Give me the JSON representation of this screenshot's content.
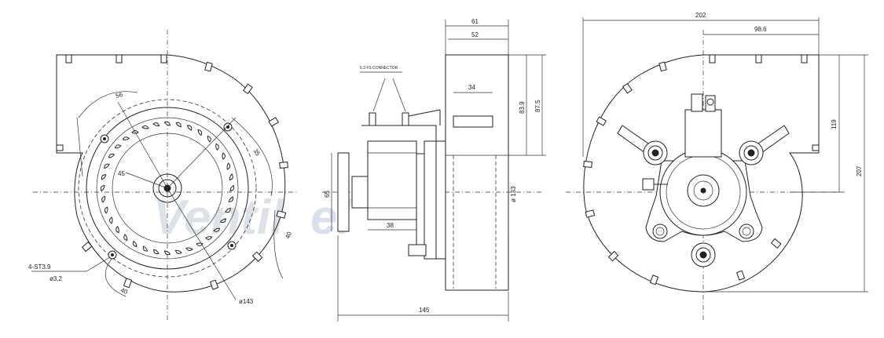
{
  "watermark": {
    "text_left": "Ventil",
    "text_right": "el",
    "color": "#cfd9ea"
  },
  "front_view": {
    "dim_56": "56",
    "dim_35": "35",
    "dim_45": "45",
    "dim_40_right": "40",
    "dim_40_bottom": "40",
    "screw_label": "4-ST3.9",
    "hole_dia": "ø3.2",
    "dia_143": "ø143"
  },
  "side_view": {
    "connector_label": "6.3 FS CONNECTOR",
    "dim_61": "61",
    "dim_52": "52",
    "dim_34": "34",
    "dim_83_9": "83.9",
    "dim_87_5": "87.5",
    "dim_65": "65",
    "dim_38": "38",
    "dim_133": "ø 133",
    "dim_145": "145"
  },
  "rear_view": {
    "dim_202": "202",
    "dim_98_6": "98.6",
    "dim_119": "119",
    "dim_207": "207"
  }
}
